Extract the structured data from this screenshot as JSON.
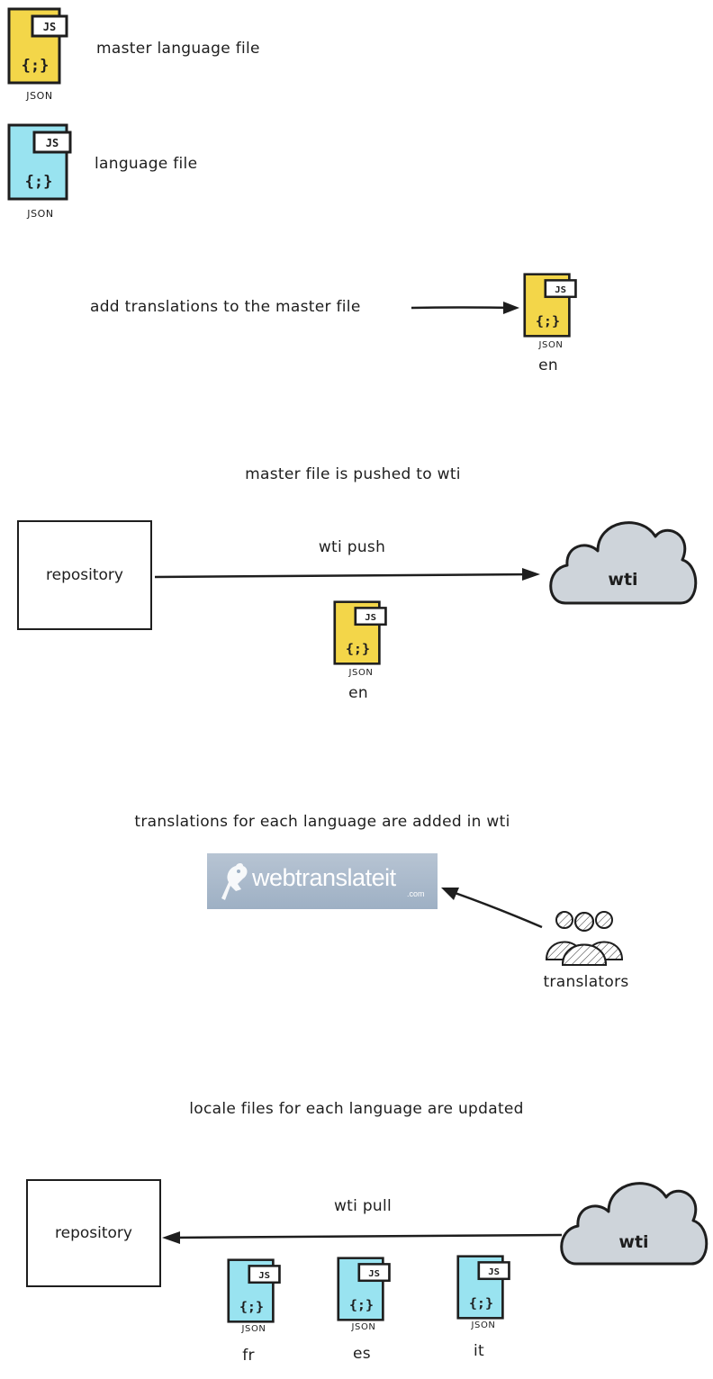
{
  "legend": {
    "master": {
      "icon_tag": "JS",
      "icon_caption": "JSON",
      "label": "master language file",
      "color": "#f3d649"
    },
    "language": {
      "icon_tag": "JS",
      "icon_caption": "JSON",
      "label": "language file",
      "color": "#99e3f0"
    }
  },
  "step1": {
    "label": "add translations to the master file",
    "file": {
      "icon_tag": "JS",
      "icon_caption": "JSON",
      "lang": "en"
    }
  },
  "step2": {
    "title": "master file is pushed to wti",
    "repository_label": "repository",
    "arrow_label": "wti push",
    "cloud_label": "wti",
    "file": {
      "icon_tag": "JS",
      "icon_caption": "JSON",
      "lang": "en"
    }
  },
  "step3": {
    "title": "translations for each language are added in wti",
    "logo_text": "webtranslateit",
    "logo_suffix": ".com",
    "translators_label": "translators"
  },
  "step4": {
    "title": "locale files for each language are updated",
    "repository_label": "repository",
    "arrow_label": "wti pull",
    "cloud_label": "wti",
    "files": [
      {
        "icon_tag": "JS",
        "icon_caption": "JSON",
        "lang": "fr"
      },
      {
        "icon_tag": "JS",
        "icon_caption": "JSON",
        "lang": "es"
      },
      {
        "icon_tag": "JS",
        "icon_caption": "JSON",
        "lang": "it"
      }
    ]
  },
  "colors": {
    "stroke": "#1e1e1e",
    "cloud_fill": "#ced4da",
    "master_file": "#f3d649",
    "language_file": "#99e3f0"
  }
}
